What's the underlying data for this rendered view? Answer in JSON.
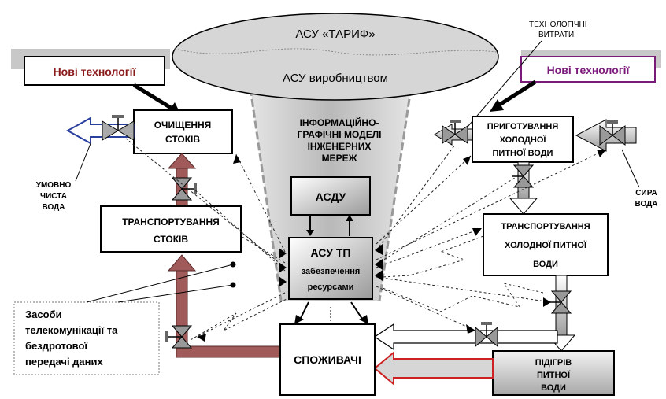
{
  "ellipse": {
    "top": "АСУ «ТАРИФ»",
    "bottom": "АСУ виробництвом"
  },
  "center_title": [
    "ІНФОРМАЦІЙНО-",
    "ГРАФІЧНІ МОДЕЛІ",
    "ІНЖЕНЕРНИХ",
    "МЕРЕЖ"
  ],
  "asdu": "АСДУ",
  "asutp": {
    "title": "АСУ ТП",
    "line2": "забезпечення",
    "line3": "ресурсами"
  },
  "new_tech_left": "Нові технології",
  "new_tech_right": "Нові технології",
  "tech_losses": [
    "ТЕХНОЛОГІЧНІ",
    "ВИТРАТИ"
  ],
  "cleaning": [
    "ОЧИЩЕННЯ",
    "СТОКІВ"
  ],
  "transport_sewage": [
    "ТРАНСПОРТУВАННЯ",
    "СТОКІВ"
  ],
  "conditionally_clean": [
    "УМОВНО",
    "ЧИСТА",
    "ВОДА"
  ],
  "raw_water": [
    "СИРА",
    "ВОДА"
  ],
  "prep_water": [
    "ПРИГОТУВАННЯ",
    "ХОЛОДНОЇ",
    "ПИТНОЇ ВОДИ"
  ],
  "transport_water": [
    "ТРАНСПОРТУВАННЯ",
    "ХОЛОДНОЇ ПИТНОЇ",
    "ВОДИ"
  ],
  "consumers": "СПОЖИВАЧІ",
  "heating": [
    "ПІДІГРІВ",
    "ПИТНОЇ",
    "ВОДИ"
  ],
  "telecom": [
    "Засоби",
    "телекомунікації та",
    "бездротової",
    "передачі даних"
  ],
  "colors": {
    "sewage_pipe": "#a05a5a",
    "water_pipe": "#ffffff",
    "new_tech_left": "#8b1a1a",
    "new_tech_right": "#7a1a7a",
    "red_arrow": "#cc2222",
    "blue_arrow": "#2a3f9e"
  }
}
